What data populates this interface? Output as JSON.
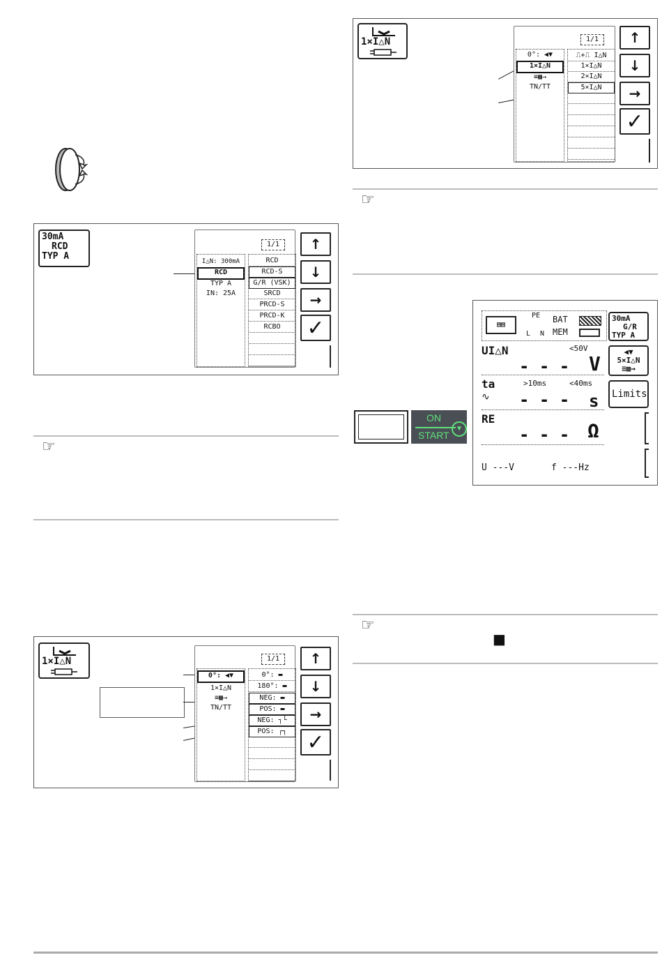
{
  "panel_rcd_type": {
    "icon_lines": [
      "30mA",
      "RCD",
      "TYP A"
    ],
    "page_badge": "1/1",
    "left_list": [
      "I△N: 300mA",
      "RCD",
      "TYP  A",
      "IN:  25A"
    ],
    "right_list": [
      "RCD",
      "RCD-S",
      "G/R (VSK)",
      "SRCD",
      "PRCD-S",
      "PRCD-K",
      "RCBO"
    ]
  },
  "panel_waveform": {
    "icon_lines": [
      "1×I△N"
    ],
    "page_badge": "1/1",
    "left_list": [
      "0°:",
      "1×I△N",
      "",
      "TN/TT"
    ],
    "right_list": [
      "0°:",
      "180°:",
      "NEG:",
      "POS:",
      "NEG:",
      "POS:"
    ]
  },
  "panel_multiplier": {
    "icon_lines": [
      "1×I△N"
    ],
    "page_badge": "1/1",
    "left_list": [
      "0°:",
      "1×I△N",
      "",
      "TN/TT"
    ],
    "right_list": [
      "⎍+⎍ I△N",
      "1×I△N",
      "2×I△N",
      "5×I△N"
    ]
  },
  "measure_screen": {
    "bat_label": "BAT",
    "mem_label": "MEM",
    "pe_labels": [
      "PE",
      "L",
      "N"
    ],
    "rcd_icon": [
      "30mA",
      "G/R",
      "TYP A"
    ],
    "mult_icon": "5×I△N",
    "limits_button": "Limits",
    "u_label": "UI△N",
    "u_limit": "<50V",
    "u_value": "- - -",
    "u_unit": "V",
    "ta_label": "ta",
    "ta_lim1": ">10ms",
    "ta_lim2": "<40ms",
    "ta_value": "- - -",
    "ta_unit": "s",
    "re_label": "RE",
    "re_value": "- - -",
    "re_unit": "Ω",
    "u_bottom": "U  ---V",
    "f_bottom": "f  ---Hz"
  },
  "start_key": {
    "on": "ON",
    "start": "START"
  },
  "page_badge_symbol": "■"
}
